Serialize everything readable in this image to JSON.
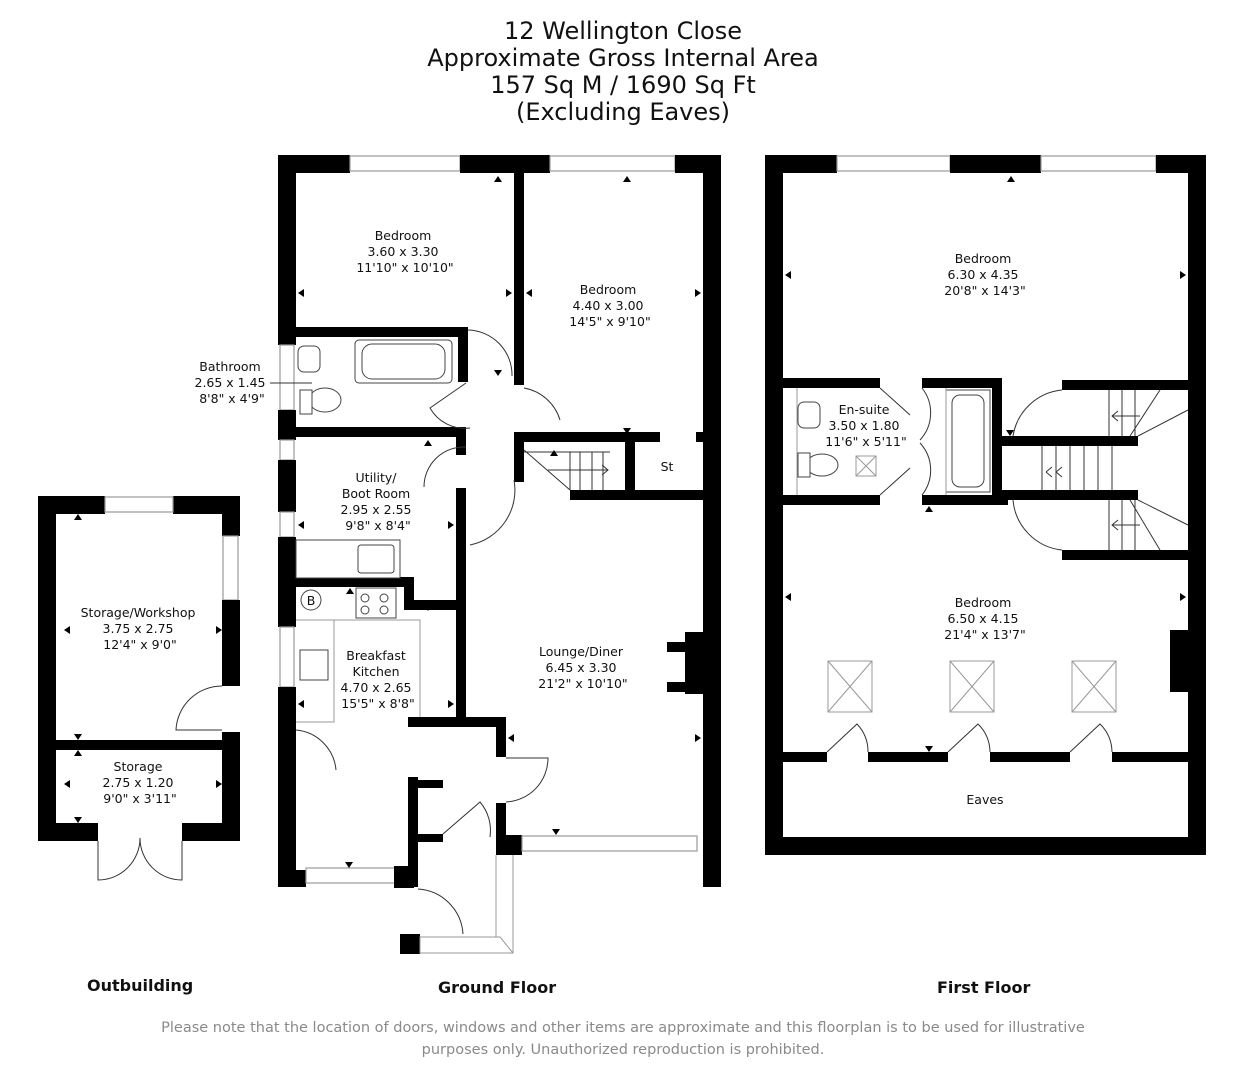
{
  "header": {
    "address": "12 Wellington Close",
    "area_title": "Approximate Gross Internal Area",
    "area_value": "157 Sq M / 1690 Sq Ft",
    "area_note": "(Excluding Eaves)"
  },
  "floors": {
    "outbuilding": {
      "label": "Outbuilding",
      "rooms": [
        {
          "name": "Storage/Workshop",
          "metric": "3.75 x 2.75",
          "imperial": "12'4\" x 9'0\""
        },
        {
          "name": "Storage",
          "metric": "2.75 x 1.20",
          "imperial": "9'0\" x 3'11\""
        }
      ]
    },
    "ground": {
      "label": "Ground Floor",
      "rooms": [
        {
          "name": "Bedroom",
          "metric": "3.60 x 3.30",
          "imperial": "11'10\" x 10'10\""
        },
        {
          "name": "Bedroom",
          "metric": "4.40 x 3.00",
          "imperial": "14'5\" x 9'10\""
        },
        {
          "name": "Bathroom",
          "metric": "2.65 x 1.45",
          "imperial": "8'8\" x 4'9\""
        },
        {
          "name": "Utility/",
          "name2": "Boot Room",
          "metric": "2.95 x 2.55",
          "imperial": "9'8\" x 8'4\""
        },
        {
          "name": "Breakfast",
          "name2": "Kitchen",
          "metric": "4.70 x 2.65",
          "imperial": "15'5\" x 8'8\""
        },
        {
          "name": "Lounge/Diner",
          "metric": "6.45 x 3.30",
          "imperial": "21'2\" x 10'10\""
        }
      ],
      "store_label": "St",
      "boiler_label": "B"
    },
    "first": {
      "label": "First Floor",
      "rooms": [
        {
          "name": "Bedroom",
          "metric": "6.30 x 4.35",
          "imperial": "20'8\" x 14'3\""
        },
        {
          "name": "En-suite",
          "metric": "3.50 x 1.80",
          "imperial": "11'6\" x 5'11\""
        },
        {
          "name": "Bedroom",
          "metric": "6.50 x 4.15",
          "imperial": "21'4\" x 13'7\""
        }
      ],
      "eaves_label": "Eaves"
    }
  },
  "disclaimer": {
    "line1": "Please note that the location of doors, windows and other items are approximate and this floorplan is to be used for illustrative",
    "line2": "purposes only. Unauthorized reproduction is prohibited."
  }
}
